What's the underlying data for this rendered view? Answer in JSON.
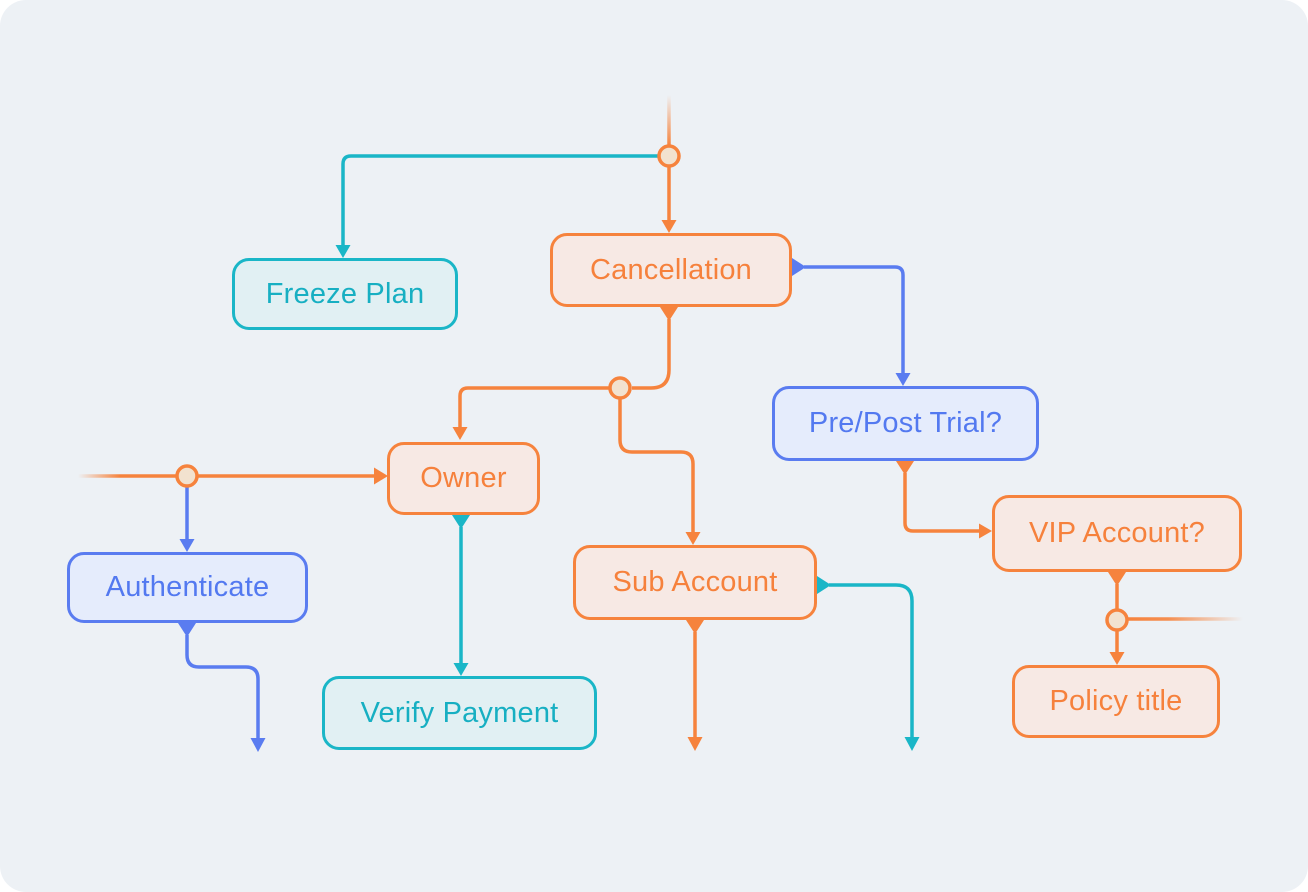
{
  "canvas": {
    "panel_background": "#EDF1F5",
    "page_background": "#FFFFFF"
  },
  "palette": {
    "orange": "#F6833D",
    "orange_fill": "#F7E9E4",
    "teal": "#1AB6C7",
    "teal_fill": "#E1F0F3",
    "blue": "#5A7CF0",
    "blue_fill": "#E5ECFC",
    "junction_dot_fill": "#F2E2CF"
  },
  "nodes": [
    {
      "id": "freeze-plan",
      "label": "Freeze Plan",
      "color": "teal"
    },
    {
      "id": "cancellation",
      "label": "Cancellation",
      "color": "orange"
    },
    {
      "id": "pre-post-trial",
      "label": "Pre/Post Trial?",
      "color": "blue"
    },
    {
      "id": "owner",
      "label": "Owner",
      "color": "orange"
    },
    {
      "id": "authenticate",
      "label": "Authenticate",
      "color": "blue"
    },
    {
      "id": "sub-account",
      "label": "Sub Account",
      "color": "orange"
    },
    {
      "id": "verify-payment",
      "label": "Verify Payment",
      "color": "teal"
    },
    {
      "id": "vip-account",
      "label": "VIP Account?",
      "color": "orange"
    },
    {
      "id": "policy-title",
      "label": "Policy title",
      "color": "orange"
    }
  ],
  "junctions": [
    {
      "id": "junction-top",
      "connects": [
        "incoming-top-fade",
        "freeze-plan",
        "cancellation"
      ]
    },
    {
      "id": "junction-center",
      "connects": [
        "cancellation",
        "owner",
        "sub-account"
      ]
    },
    {
      "id": "junction-left",
      "connects": [
        "incoming-left-fade",
        "owner",
        "authenticate"
      ]
    },
    {
      "id": "junction-vip",
      "connects": [
        "vip-account",
        "policy-title",
        "outgoing-right-fade"
      ]
    }
  ],
  "edges": [
    {
      "from": "top-fade",
      "to": "junction-top",
      "color": "orange"
    },
    {
      "from": "junction-top",
      "to": "freeze-plan",
      "color": "teal"
    },
    {
      "from": "junction-top",
      "to": "cancellation",
      "color": "orange"
    },
    {
      "from": "cancellation",
      "to": "pre-post-trial",
      "color": "blue"
    },
    {
      "from": "cancellation",
      "to": "junction-center",
      "color": "orange"
    },
    {
      "from": "junction-center",
      "to": "owner",
      "color": "orange"
    },
    {
      "from": "junction-center",
      "to": "sub-account",
      "color": "orange"
    },
    {
      "from": "left-fade",
      "to": "junction-left",
      "color": "orange"
    },
    {
      "from": "junction-left",
      "to": "owner",
      "color": "orange"
    },
    {
      "from": "junction-left",
      "to": "authenticate",
      "color": "blue"
    },
    {
      "from": "authenticate",
      "to": "open-end-down",
      "color": "blue"
    },
    {
      "from": "owner",
      "to": "verify-payment",
      "color": "teal"
    },
    {
      "from": "sub-account",
      "to": "open-end-right",
      "color": "teal"
    },
    {
      "from": "sub-account",
      "to": "open-end-down",
      "color": "orange"
    },
    {
      "from": "pre-post-trial",
      "to": "vip-account",
      "color": "orange"
    },
    {
      "from": "vip-account",
      "to": "junction-vip",
      "color": "orange"
    },
    {
      "from": "junction-vip",
      "to": "policy-title",
      "color": "orange"
    },
    {
      "from": "junction-vip",
      "to": "right-fade",
      "color": "orange"
    }
  ]
}
